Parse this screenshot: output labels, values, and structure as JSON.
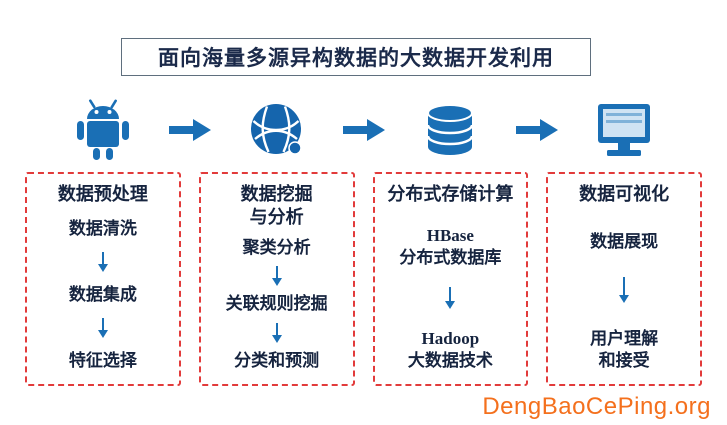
{
  "title": "面向海量多源异构数据的大数据开发利用",
  "watermark": "DengBaoCePing.org",
  "colors": {
    "accent_blue": "#1a6fb5",
    "dashed_box_red": "#e23b3b",
    "text_navy": "#16243f",
    "watermark_orange": "#f4701d"
  },
  "stages": [
    {
      "icon": "android-robot-icon",
      "heading": "数据预处理",
      "items": [
        "数据清洗",
        "数据集成",
        "特征选择"
      ]
    },
    {
      "icon": "network-globe-icon",
      "heading": "数据挖掘\n与分析",
      "items": [
        "聚类分析",
        "关联规则挖掘",
        "分类和预测"
      ]
    },
    {
      "icon": "database-icon",
      "heading": "分布式存储计算",
      "items": [
        "HBase\n分布式数据库",
        "Hadoop\n大数据技术"
      ]
    },
    {
      "icon": "monitor-icon",
      "heading": "数据可视化",
      "items": [
        "数据展现",
        "用户理解\n和接受"
      ]
    }
  ]
}
